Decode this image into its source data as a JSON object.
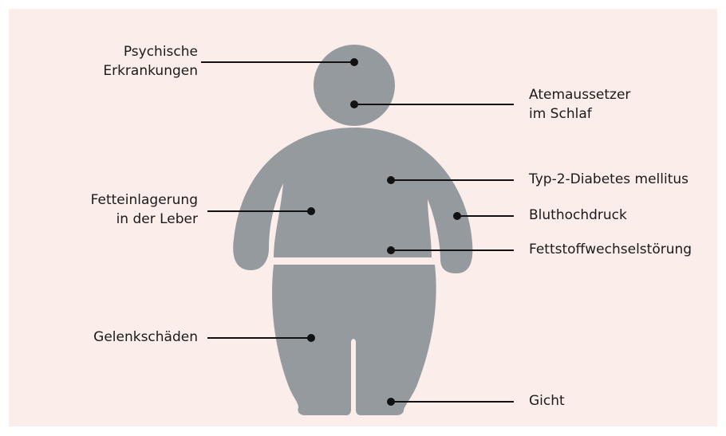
{
  "colors": {
    "background": "#fbeeea",
    "body_silhouette": "#949a9e",
    "lines": "#111111",
    "text": "#1a1a1a"
  },
  "labels": {
    "mental_illness": {
      "line1": "Psychische",
      "line2": "Erkrankungen"
    },
    "sleep_apnea": {
      "line1": "Atemaussetzer",
      "line2": "im Schlaf"
    },
    "fatty_liver": {
      "line1": "Fetteinlagerung",
      "line2": "in der Leber"
    },
    "diabetes": "Typ-2-Diabetes mellitus",
    "hypertension": "Bluthochdruck",
    "lipid_disorder": "Fettstoffwechselstörung",
    "joint_damage": "Gelenkschäden",
    "gout": "Gicht"
  }
}
